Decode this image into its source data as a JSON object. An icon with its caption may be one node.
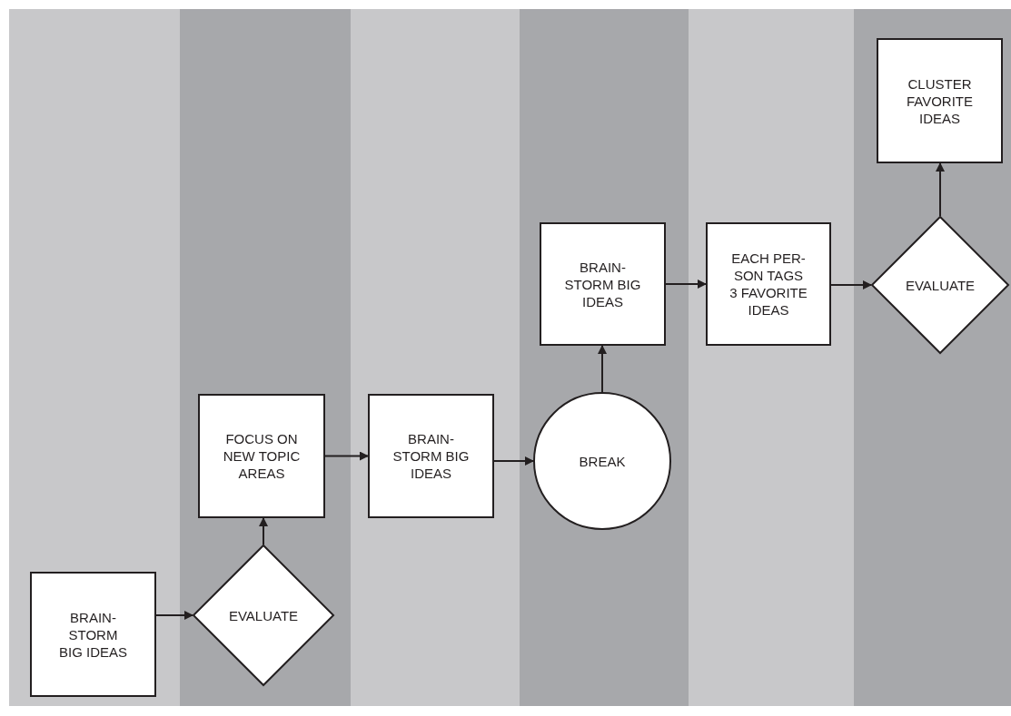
{
  "diagram": {
    "nodes": [
      {
        "text": [
          "BRAIN-STORM BIG IDEAS"
        ]
      },
      {
        "text": [
          "EVALUATE"
        ]
      },
      {
        "text": [
          "FOCUS ON NEW TOPIC AREAS"
        ]
      },
      {
        "text": [
          "BRAIN-STORM BIG IDEAS"
        ]
      },
      {
        "text": [
          "BREAK"
        ]
      },
      {
        "text": [
          "BRAIN-STORM BIG IDEAS"
        ]
      },
      {
        "text": [
          "EACH PER-SON TAGS 3 FAVORITE IDEAS"
        ]
      },
      {
        "text": [
          "EVALUATE"
        ]
      },
      {
        "text": [
          "CLUSTER FAVORITE IDEAS"
        ]
      }
    ],
    "edges": [
      {
        "from": 0,
        "to": 1,
        "arrow": "to"
      },
      {
        "from": 1,
        "to": 2,
        "arrow": "to"
      },
      {
        "from": 2,
        "to": 3,
        "arrow": "to"
      },
      {
        "from": 3,
        "to": 4,
        "arrow": "to"
      },
      {
        "from": 4,
        "to": 5,
        "arrow": "to"
      },
      {
        "from": 5,
        "to": 6,
        "arrow": "to"
      },
      {
        "from": 6,
        "to": 7,
        "arrow": "to"
      },
      {
        "from": 7,
        "to": 8,
        "arrow": "to"
      }
    ]
  }
}
